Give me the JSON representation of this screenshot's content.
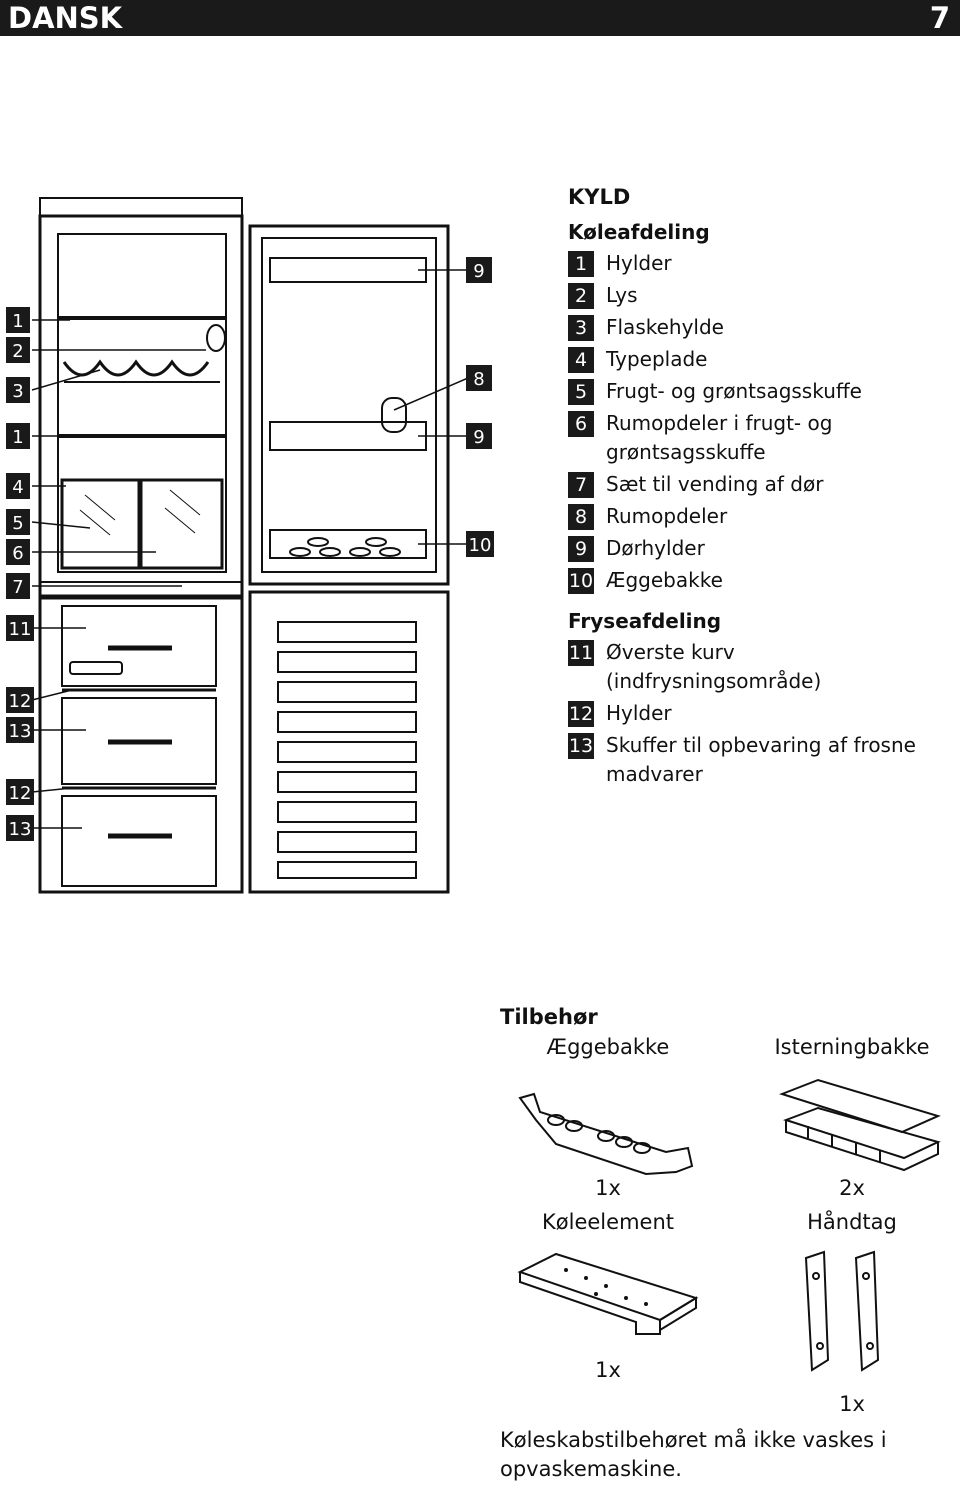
{
  "header": {
    "language": "DANSK",
    "page_number": "7"
  },
  "diagram": {
    "left_labels": [
      "1",
      "2",
      "3",
      "1",
      "4",
      "5",
      "6",
      "7",
      "11",
      "12",
      "13",
      "12",
      "13"
    ],
    "right_labels": [
      "9",
      "8",
      "9",
      "10"
    ]
  },
  "legend": {
    "title": "KYLD",
    "fridge_title": "Køleafdeling",
    "fridge_items": [
      {
        "num": "1",
        "text": "Hylder"
      },
      {
        "num": "2",
        "text": "Lys"
      },
      {
        "num": "3",
        "text": "Flaskehylde"
      },
      {
        "num": "4",
        "text": "Typeplade"
      },
      {
        "num": "5",
        "text": "Frugt- og grøntsagsskuffe"
      },
      {
        "num": "6",
        "text": "Rumopdeler i frugt- og grøntsagsskuffe"
      },
      {
        "num": "7",
        "text": "Sæt til vending af dør"
      },
      {
        "num": "8",
        "text": "Rumopdeler"
      },
      {
        "num": "9",
        "text": "Dørhylder"
      },
      {
        "num": "10",
        "text": "Æggebakke"
      }
    ],
    "freezer_title": "Fryseafdeling",
    "freezer_items": [
      {
        "num": "11",
        "text": "Øverste kurv (indfrysningsområde)"
      },
      {
        "num": "12",
        "text": "Hylder"
      },
      {
        "num": "13",
        "text": "Skuffer til opbevaring af frosne madvarer"
      }
    ]
  },
  "accessories": {
    "title": "Tilbehør",
    "egg_tray": {
      "label": "Æggebakke",
      "qty": "1x"
    },
    "ice_tray": {
      "label": "Isterningbakke",
      "qty": "2x"
    },
    "cooling_element": {
      "label": "Køleelement",
      "qty": "1x"
    },
    "handle": {
      "label": "Håndtag",
      "qty": "1x"
    },
    "note": "Køleskabstilbehøret må ikke vaskes i opvaskemaskine."
  }
}
